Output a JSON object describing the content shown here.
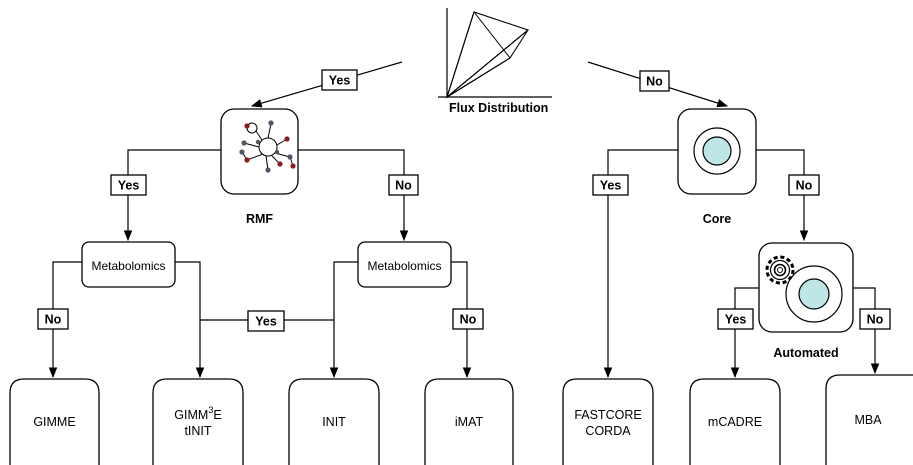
{
  "root": {
    "label": "Flux Distribution"
  },
  "decisions": {
    "rmf": {
      "label": "RMF"
    },
    "core": {
      "label": "Core"
    },
    "automated": {
      "label": "Automated"
    },
    "metabolomics_left": {
      "label": "Metabolomics"
    },
    "metabolomics_right": {
      "label": "Metabolomics"
    }
  },
  "edges": {
    "root_yes": "Yes",
    "root_no": "No",
    "rmf_yes": "Yes",
    "rmf_no": "No",
    "met_left_no": "No",
    "met_yes_shared": "Yes",
    "met_right_no": "No",
    "core_yes": "Yes",
    "core_no": "No",
    "auto_yes": "Yes",
    "auto_no": "No"
  },
  "leaves": {
    "gimme": "GIMME",
    "gimme3_base": "GIMM",
    "gimme3_sup": "3",
    "gimme3_end": "E",
    "tinit": "tINIT",
    "init": "INIT",
    "imat": "iMAT",
    "fastcore": "FASTCORE",
    "corda": "CORDA",
    "mcadre": "mCADRE",
    "mba": "MBA"
  },
  "colors": {
    "core_fill": "#bfe6e6",
    "line": "#000000"
  }
}
